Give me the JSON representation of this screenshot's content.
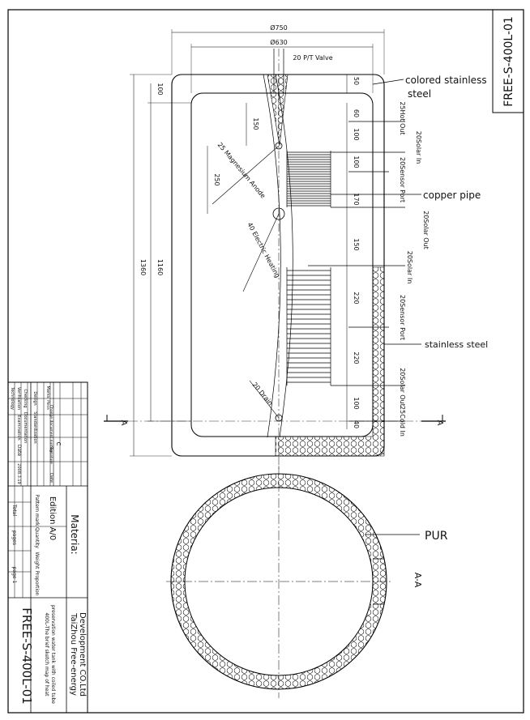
{
  "drawing": {
    "drawing_number": "FREE-S-400L-01",
    "company": "TaiZhou Free-energy Development CO.Ltd",
    "company_line1": "TaiZhou Free-energy",
    "company_line2": "Development CO.Ltd",
    "description_line1": "400L-The brief sketch map of heat",
    "description_line2": "preservation water tank with coiled tube",
    "material_label": "Materia:",
    "edition": "Edition A/0"
  },
  "callouts": {
    "colored_steel_1": "colored stainless",
    "colored_steel_2": "steel",
    "copper_pipe": "copper pipe",
    "stainless_steel": "stainless steel",
    "pur": "PUR",
    "section": "A-A",
    "section_mark": "A"
  },
  "dimensions": {
    "outer_diameter": "Ø750",
    "inner_diameter": "Ø630",
    "height_total": "1360",
    "height_inner": "1160",
    "top_offset": "100",
    "valve_offset": "50",
    "d150": "150",
    "d250": "250",
    "right_stack": [
      "60",
      "100",
      "100",
      "170",
      "150",
      "220",
      "220",
      "100",
      "40"
    ]
  },
  "ports": {
    "pt_valve": "20 P/T Valve",
    "hot_out": "25Hot Out",
    "solar_in_1": "20Solar In",
    "sensor_port_1": "20Sensor Port",
    "solar_out_1": "20Solar Out",
    "solar_in_2": "20Solar In",
    "sensor_port_2": "20Sensor Port",
    "solar_out_2": "20Solar Out",
    "cold_in": "25Cold In",
    "magnesium_anode": "25 Magnesium Anode",
    "electric_heating": "40 Electric Heating",
    "drain": "20 Drain"
  },
  "title_block": {
    "rows_left": [
      "Technology",
      "Verification",
      "Checking",
      "Design",
      "Marks"
    ],
    "mid_labels": [
      "Documentation",
      "Examination",
      "Standardization"
    ],
    "header_labels": [
      "Piece",
      "Change document number",
      "Signature",
      "Date"
    ],
    "date_label": "Date",
    "date_value": "2008.3.19",
    "pattern_mark": "Pattern mark",
    "quantity": "Quantity",
    "weight": "Weight",
    "proportion": "Proportion",
    "total": "Total",
    "pages": "pages",
    "page": "page 1",
    "c_mark": "C"
  },
  "colors": {
    "line": "#000000",
    "background": "#ffffff"
  }
}
